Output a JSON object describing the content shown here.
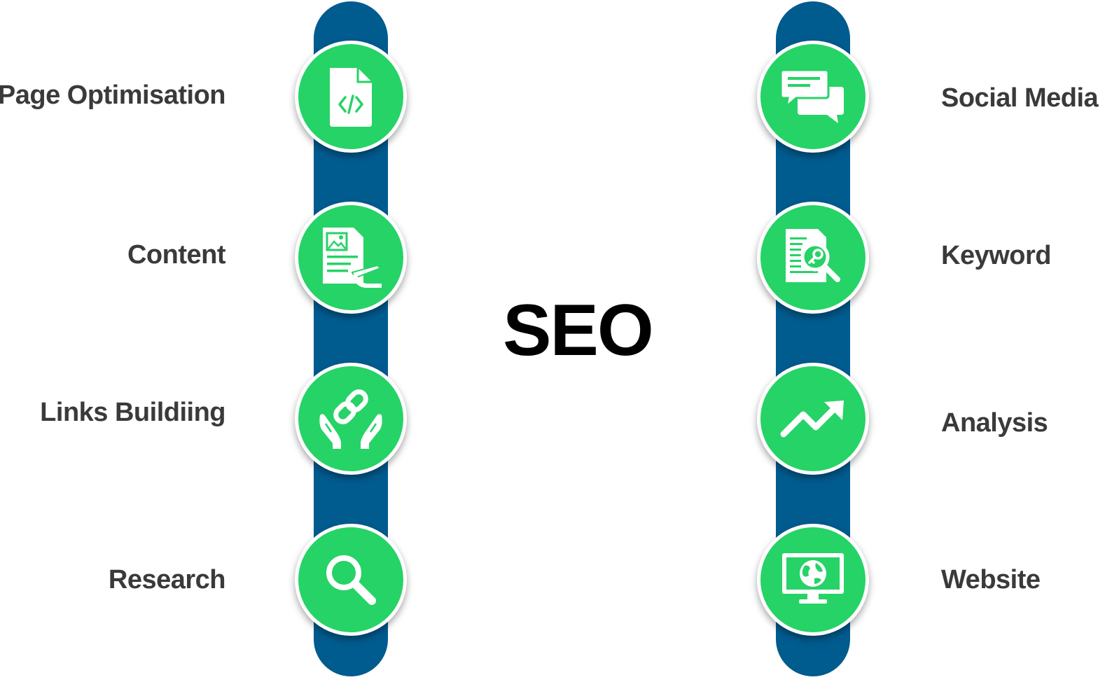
{
  "title": "SEO",
  "left_items": [
    {
      "label": "Page Optimisation",
      "icon": "code-file-icon"
    },
    {
      "label": "Content",
      "icon": "content-writing-icon"
    },
    {
      "label": "Links Buildiing",
      "icon": "link-hands-icon"
    },
    {
      "label": "Research",
      "icon": "magnifier-icon"
    }
  ],
  "right_items": [
    {
      "label": "Social Media",
      "icon": "chat-bubbles-icon"
    },
    {
      "label": "Keyword",
      "icon": "keyword-search-document-icon"
    },
    {
      "label": "Analysis",
      "icon": "trend-up-arrow-icon"
    },
    {
      "label": "Website",
      "icon": "globe-monitor-icon"
    }
  ],
  "colors": {
    "pill": "#005b8f",
    "node": "#26d366",
    "label_text": "#3a3a3a",
    "title_text": "#000000"
  }
}
